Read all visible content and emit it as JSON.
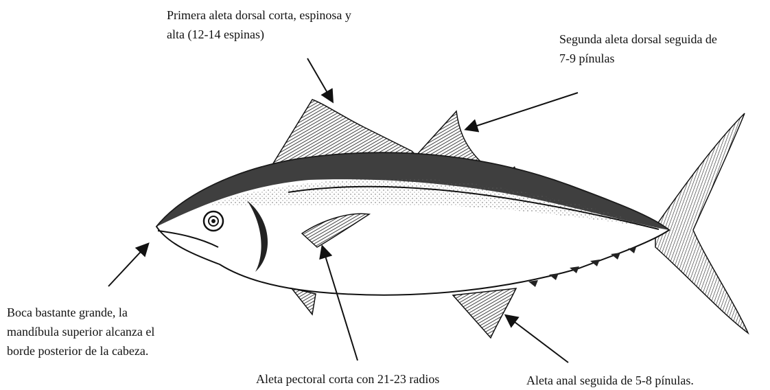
{
  "labels": {
    "first_dorsal": {
      "line1": "Primera aleta dorsal corta, espinosa y",
      "line2": "alta (12-14 espinas)"
    },
    "second_dorsal": {
      "line1": "Segunda aleta dorsal seguida de",
      "line2": "7-9 pínulas"
    },
    "mouth": {
      "line1": "Boca bastante grande, la",
      "line2": "mandíbula superior alcanza el",
      "line3": "borde posterior de la cabeza."
    },
    "pectoral": {
      "line1": "Aleta pectoral corta con 21-23 radios"
    },
    "anal": {
      "line1": "Aleta anal seguida de 5-8 pínulas."
    }
  },
  "colors": {
    "ink": "#111111",
    "fin_dark": "#1c1c1c",
    "back_dark": "#2a2a2a",
    "stipple": "#555555",
    "belly": "#ffffff"
  }
}
